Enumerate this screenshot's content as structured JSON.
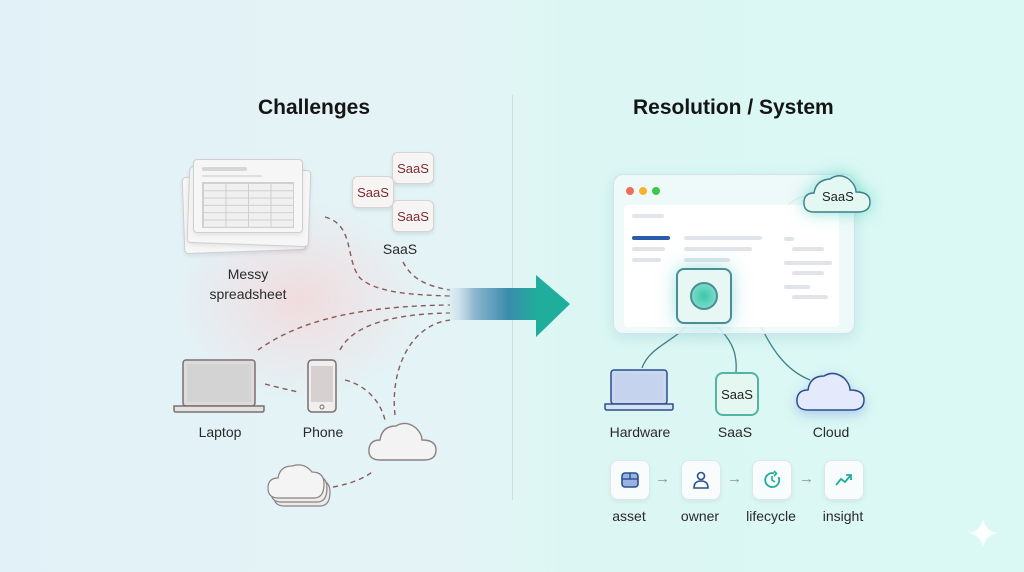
{
  "left_panel": {
    "title": "Challenges",
    "spreadsheet_label_line1": "Messy",
    "spreadsheet_label_line2": "spreadsheet",
    "saas_chips": [
      "SaaS",
      "SaaS",
      "SaaS"
    ],
    "saas_label": "SaaS",
    "laptop_label": "Laptop",
    "phone_label": "Phone"
  },
  "right_panel": {
    "title": "Resolution / System",
    "cloud_saas_label": "SaaS",
    "window_dots": [
      "#ef6b5e",
      "#f5b42c",
      "#3cc84c"
    ],
    "hardware_label": "Hardware",
    "saas_box_text": "SaaS",
    "saas_label": "SaaS",
    "cloud_label": "Cloud",
    "steps": [
      {
        "icon": "box-icon",
        "label": "asset"
      },
      {
        "icon": "user-icon",
        "label": "owner"
      },
      {
        "icon": "refresh-clock-icon",
        "label": "lifecycle"
      },
      {
        "icon": "trend-up-icon",
        "label": "insight"
      }
    ],
    "step_arrow": "→"
  },
  "colors": {
    "accent_teal": "#1fae9b",
    "accent_blue": "#2a5cab",
    "dash_line": "#8a5a5a",
    "connector": "#3e7f88"
  }
}
